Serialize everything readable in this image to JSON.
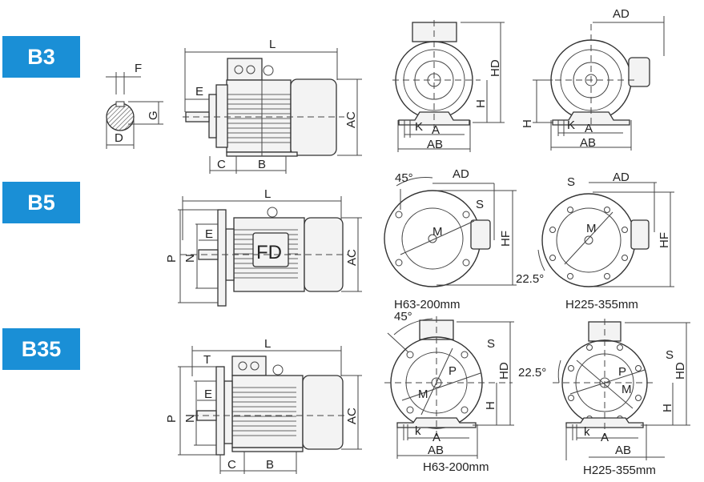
{
  "badges": {
    "b3": "B3",
    "b5": "B5",
    "b35": "B35"
  },
  "accent_color": "#1a8fd6",
  "b3": {
    "shaft": {
      "f": "F",
      "g": "G",
      "d": "D"
    },
    "side": {
      "l": "L",
      "e": "E",
      "ac": "AC",
      "c": "C",
      "b": "B"
    },
    "front1": {
      "hd": "HD",
      "h": "H",
      "k": "K",
      "a": "A",
      "ab": "AB"
    },
    "front2": {
      "ad": "AD",
      "h": "H",
      "k": "K",
      "a": "A",
      "ab": "AB"
    }
  },
  "b5": {
    "side": {
      "l": "L",
      "e": "E",
      "p": "P",
      "n": "N",
      "fd": "FD",
      "ac": "AC"
    },
    "flange1": {
      "angle": "45°",
      "ad": "AD",
      "s": "S",
      "m": "M",
      "hf": "HF",
      "caption": "H63-200mm"
    },
    "flange2": {
      "s": "S",
      "ad": "AD",
      "m": "M",
      "hf": "HF",
      "angle": "22.5°",
      "caption": "H225-355mm"
    }
  },
  "b35": {
    "side": {
      "l": "L",
      "t": "T",
      "e": "E",
      "p": "P",
      "n": "N",
      "ac": "AC",
      "c": "C",
      "b": "B"
    },
    "front1": {
      "angle": "45°",
      "s": "S",
      "p": "P",
      "m": "M",
      "hd": "HD",
      "h": "H",
      "k": "k",
      "a": "A",
      "ab": "AB",
      "caption": "H63-200mm"
    },
    "front2": {
      "angle": "22.5°",
      "s": "S",
      "p": "P",
      "m": "M",
      "hd": "HD",
      "h": "H",
      "k": "k",
      "a": "A",
      "ab": "AB",
      "caption": "H225-355mm"
    }
  }
}
